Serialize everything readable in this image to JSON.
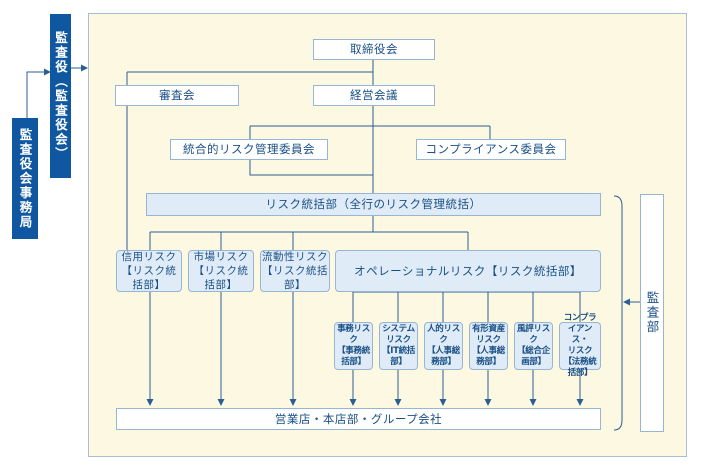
{
  "left": {
    "auditor": "監査役（監査役会）",
    "auditor_office": "監査役会事務局"
  },
  "top": {
    "board": "取締役会",
    "audit_committee": "審査会",
    "management_meeting": "経営会議"
  },
  "committees": {
    "integrated_risk": "統合的リスク管理委員会",
    "compliance": "コンプライアンス委員会"
  },
  "risk_dept": "リスク統括部（全行のリスク管理統括）",
  "risks": {
    "credit": "信用リスク\n【リスク統括部】",
    "market": "市場リスク\n【リスク統括部】",
    "liquidity": "流動性リスク\n【リスク統括部】",
    "operational": "オペレーショナルリスク【リスク統括部】"
  },
  "op_risks": [
    {
      "label": "事務リスク\n【事務統括部】"
    },
    {
      "label": "システムリスク\n【IT統括部】"
    },
    {
      "label": "人的リスク\n【人事総務部】"
    },
    {
      "label": "有形資産リスク\n【人事総務部】"
    },
    {
      "label": "風評リスク\n【総合企画部】"
    },
    {
      "label": "コンプライアンス・\nリスク\n【法務統括部】"
    }
  ],
  "branches": "営業店・本店部・グループ会社",
  "internal_audit": "監査部",
  "colors": {
    "line": "#2b5f93",
    "dark_blue": "#0f57a0",
    "light_blue": "#dfecf7",
    "panel": "#fdf8e2"
  }
}
